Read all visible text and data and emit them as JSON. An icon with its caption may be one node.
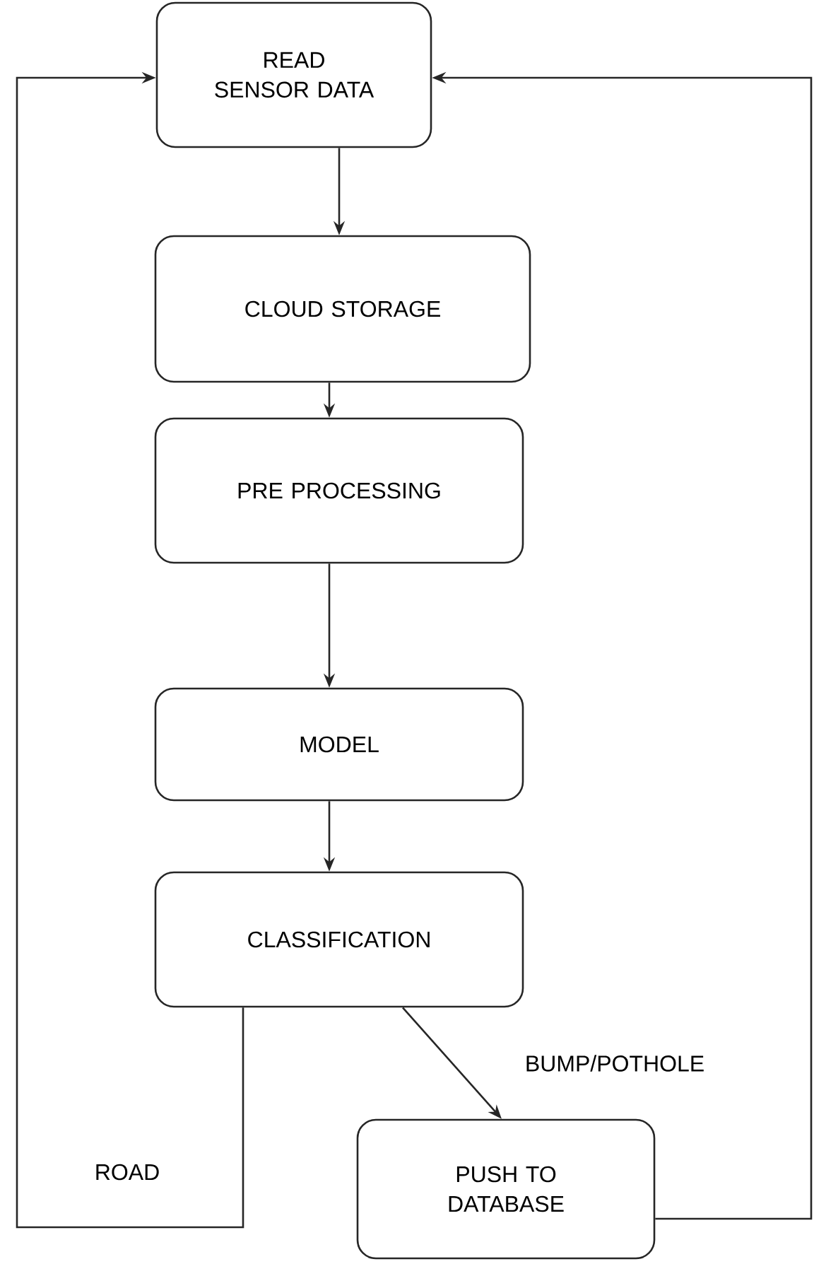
{
  "diagram": {
    "nodes": [
      {
        "text": [
          "READ SENSOR DATA"
        ]
      },
      {
        "text": [
          "CLOUD STORAGE"
        ]
      },
      {
        "text": [
          "PRE PROCESSING"
        ]
      },
      {
        "text": [
          "MODEL"
        ]
      },
      {
        "text": [
          "CLASSIFICATION"
        ]
      },
      {
        "text": [
          "PUSH TO DATABASE"
        ]
      }
    ],
    "edges": [
      {
        "from": 0,
        "to": 1,
        "arrow": "to"
      },
      {
        "from": 1,
        "to": 2,
        "arrow": "to"
      },
      {
        "from": 2,
        "to": 3,
        "arrow": "to"
      },
      {
        "from": 3,
        "to": 4,
        "arrow": "to"
      },
      {
        "from": 4,
        "to": 5,
        "arrow": "to",
        "label": "BUMP/POTHOLE"
      },
      {
        "from": 4,
        "to": 0,
        "arrow": "to",
        "label": "ROAD"
      },
      {
        "from": 5,
        "to": 0,
        "arrow": "to"
      }
    ]
  }
}
